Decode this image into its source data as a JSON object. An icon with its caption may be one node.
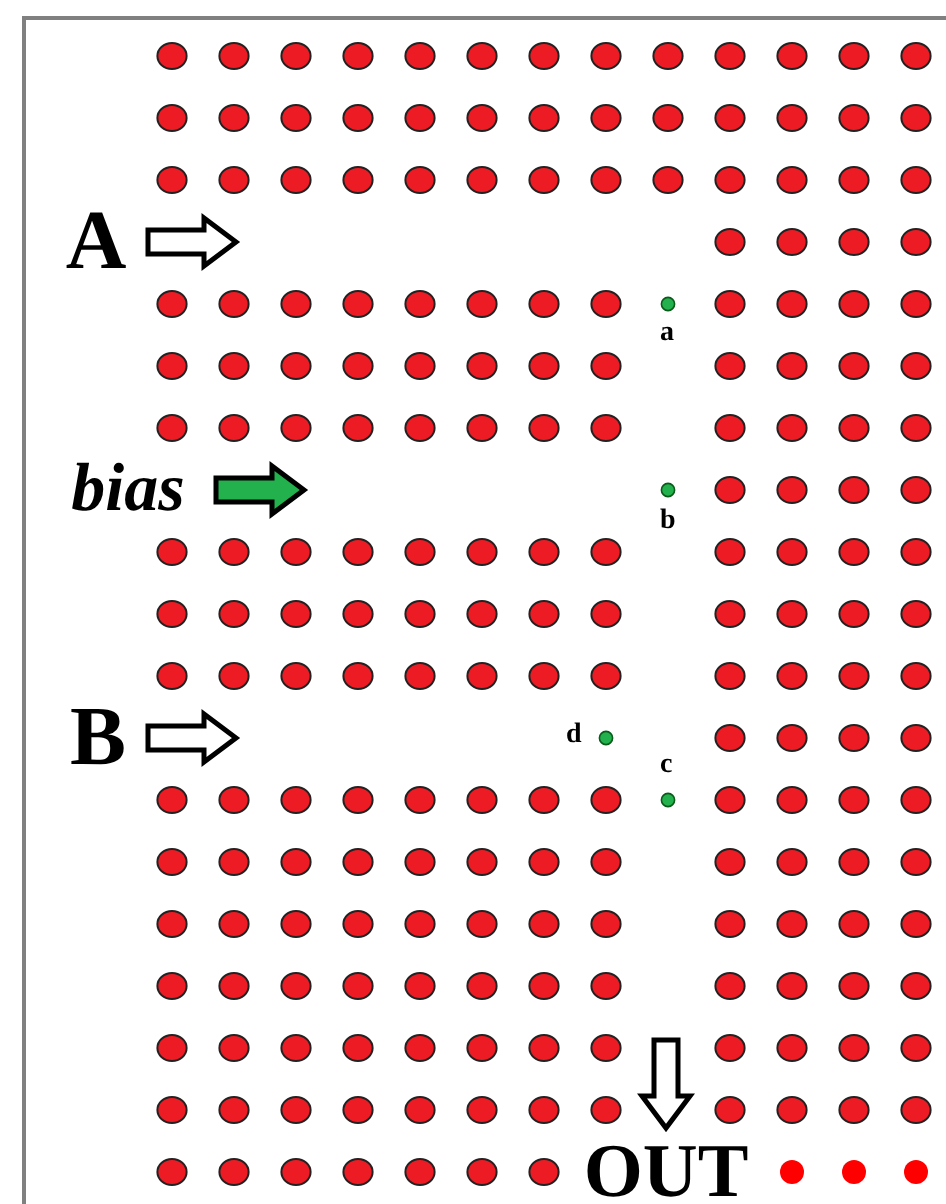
{
  "diagram": {
    "nodes": [
      {
        "text": [
          "A"
        ]
      },
      {
        "text": [
          "bias"
        ]
      },
      {
        "text": [
          "B"
        ]
      },
      {
        "text": [
          "OUT"
        ]
      }
    ],
    "edges": [
      {
        "from": 0,
        "to": null,
        "arrow": "to"
      },
      {
        "from": 1,
        "to": null,
        "arrow": "to",
        "color": "#22b14c"
      },
      {
        "from": 2,
        "to": null,
        "arrow": "to"
      },
      {
        "from": null,
        "to": 3,
        "arrow": "to"
      }
    ],
    "labels": [
      "a",
      "b",
      "d",
      "c"
    ]
  }
}
